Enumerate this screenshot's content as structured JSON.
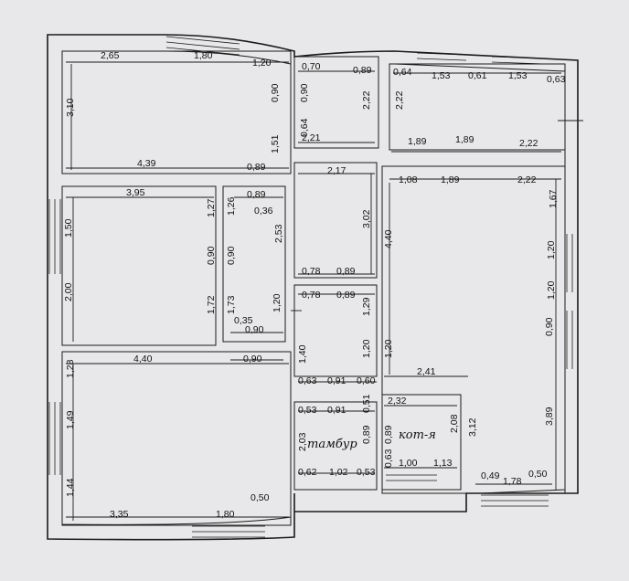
{
  "plan": {
    "rooms": [
      {
        "key": "vestibule",
        "name": "тамбур"
      },
      {
        "key": "boiler",
        "name": "кот-я"
      }
    ],
    "dimensions": [
      "2,65",
      "1,80",
      "1,20",
      "0,70",
      "0,89",
      "0,64",
      "1,53",
      "0,61",
      "1,53",
      "0,63",
      "3,10",
      "0,90",
      "0,64",
      "0,90",
      "2,22",
      "2,21",
      "2,22",
      "1,89",
      "1,51",
      "1,89",
      "2,22",
      "4,39",
      "0,89",
      "0,89",
      "0,36",
      "2,17",
      "1,08",
      "1,89",
      "2,22",
      "3,95",
      "1,50",
      "1,27",
      "1,26",
      "2,53",
      "3,02",
      "4,40",
      "1,67",
      "0,90",
      "0,90",
      "1,20",
      "2,00",
      "1,72",
      "1,73",
      "0,78",
      "0,89",
      "0,78",
      "0,89",
      "1,20",
      "1,29",
      "0,90",
      "0,35",
      "0,90",
      "1,20",
      "1,40",
      "1,20",
      "1,20",
      "4,40",
      "0,90",
      "2,41",
      "0,63",
      "0,91",
      "0,60",
      "1,28",
      "0,53",
      "0,91",
      "0,51",
      "2,32",
      "2,08",
      "3,12",
      "3,89",
      "1,49",
      "2,03",
      "0,89",
      "0,89",
      "0,62",
      "1,02",
      "0,53",
      "0,63",
      "1,00",
      "1,13",
      "0,49",
      "1,78",
      "0,50",
      "1,44",
      "3,35",
      "1,80",
      "0,50"
    ]
  }
}
